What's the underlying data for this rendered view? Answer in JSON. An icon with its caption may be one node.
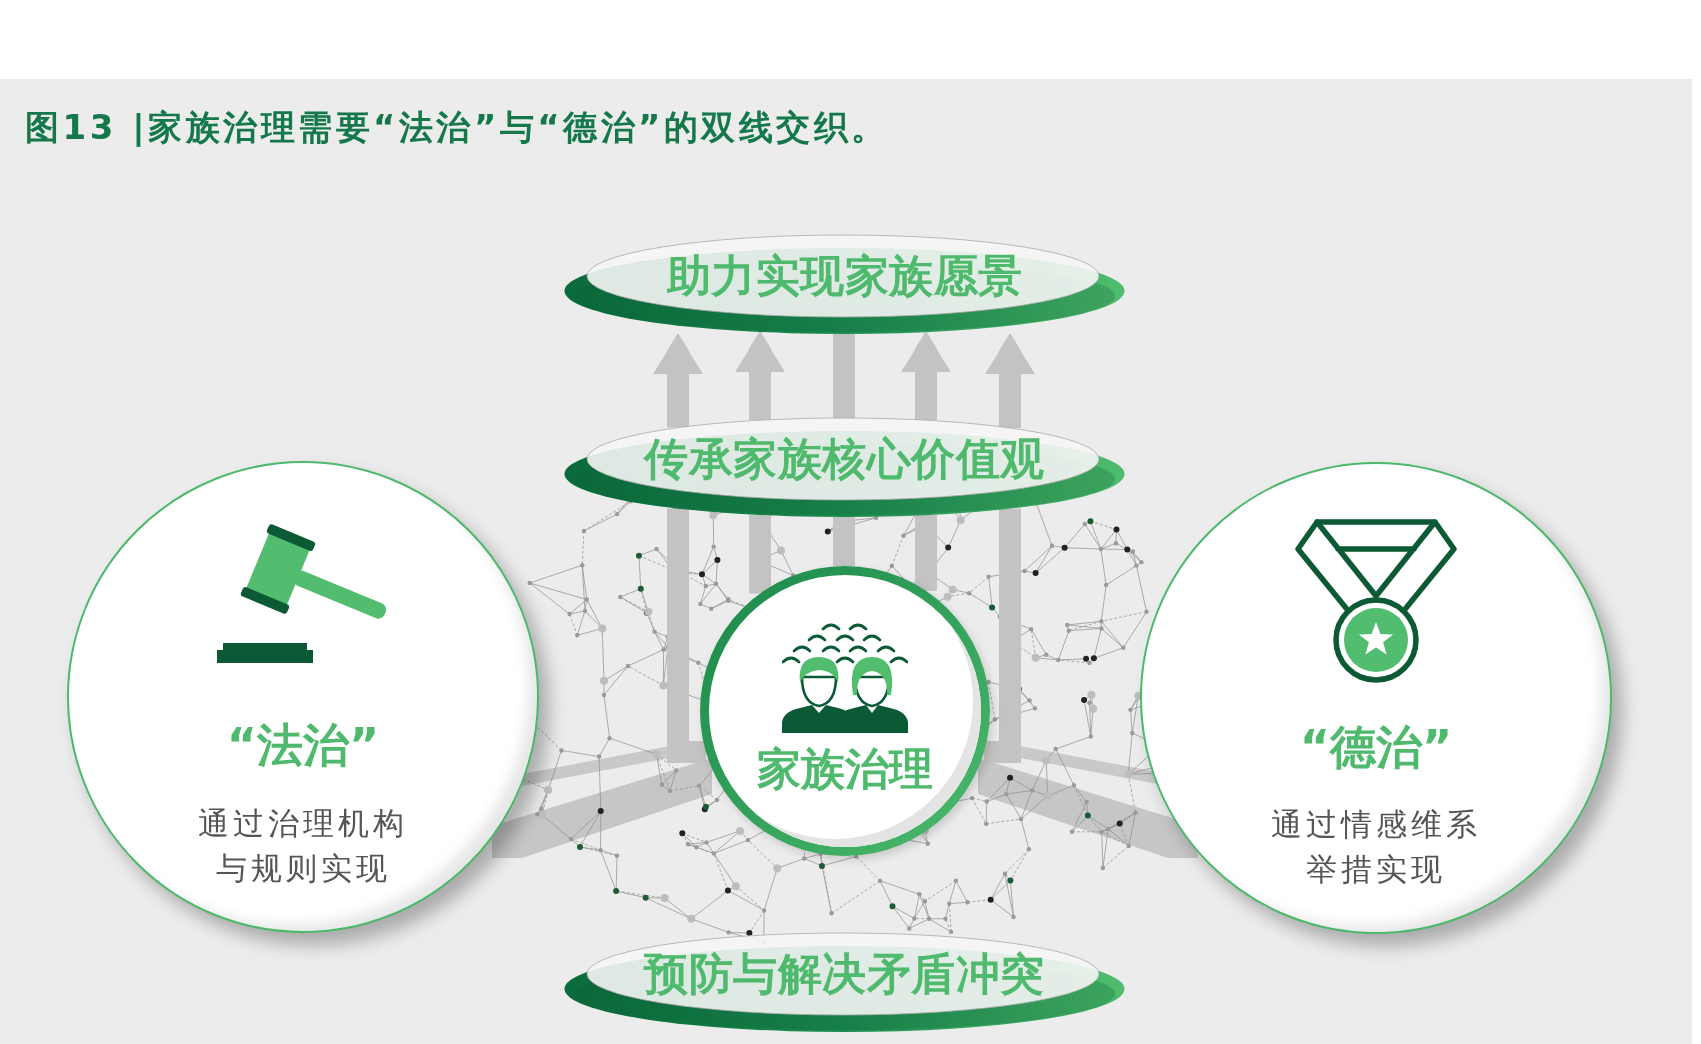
{
  "diagram": {
    "title": "图13 |家族治理需要“法治”与“德治”的双线交织。",
    "nodes": [
      {
        "text": [
          "助力实现家族愿景"
        ]
      },
      {
        "text": [
          "传承家族核心价值观"
        ]
      },
      {
        "text": [
          "“法治”",
          "通过治理机构与规则实现"
        ]
      },
      {
        "text": [
          "家族治理"
        ]
      },
      {
        "text": [
          "“德治”",
          "通过情感维系举措实现"
        ]
      },
      {
        "text": [
          "预防与解决矛盾冲突"
        ]
      }
    ],
    "edges": [
      {
        "from": 1,
        "to": 0,
        "arrow": "to"
      },
      {
        "from": 1,
        "to": 0,
        "arrow": "to"
      },
      {
        "from": 1,
        "to": 0,
        "arrow": "none"
      },
      {
        "from": 1,
        "to": 0,
        "arrow": "to"
      },
      {
        "from": 1,
        "to": 0,
        "arrow": "to"
      },
      {
        "from": 3,
        "to": 1,
        "arrow": "none"
      },
      {
        "from": 3,
        "to": 1,
        "arrow": "none"
      },
      {
        "from": 3,
        "to": 1,
        "arrow": "none"
      },
      {
        "from": 3,
        "to": 1,
        "arrow": "none"
      },
      {
        "from": 3,
        "to": 1,
        "arrow": "none"
      }
    ]
  }
}
